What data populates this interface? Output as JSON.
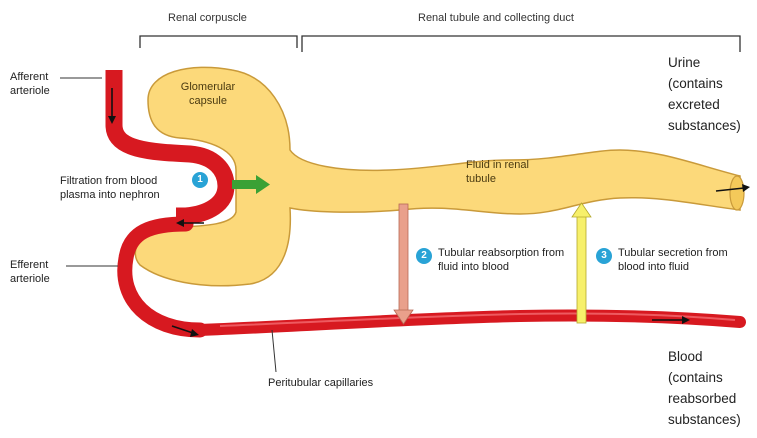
{
  "headers": {
    "renal_corpuscle": "Renal corpuscle",
    "renal_tubule": "Renal tubule and collecting duct"
  },
  "labels": {
    "afferent_arteriole": "Afferent arteriole",
    "efferent_arteriole": "Efferent arteriole",
    "glomerular_capsule": "Glomerular capsule",
    "fluid_in_tubule": "Fluid in renal tubule",
    "peritubular_capillaries": "Peritubular capillaries",
    "urine": "Urine (contains excreted substances)",
    "blood": "Blood (contains reabsorbed substances)"
  },
  "steps": [
    {
      "number": "1",
      "text": "Filtration from blood plasma into nephron"
    },
    {
      "number": "2",
      "text": "Tubular reabsorption from fluid into blood"
    },
    {
      "number": "3",
      "text": "Tubular secretion from blood into fluid"
    }
  ],
  "colors": {
    "vessel": "#d71920",
    "vessel_dark": "#8e0e12",
    "tubule": "#fcd97a",
    "tubule_edge": "#c99a3a",
    "badge": "#29a3d6",
    "filtration_arrow": "#3aa135",
    "reabsorption_arrow": "#e9a08b",
    "secretion_arrow": "#f7f06a"
  }
}
